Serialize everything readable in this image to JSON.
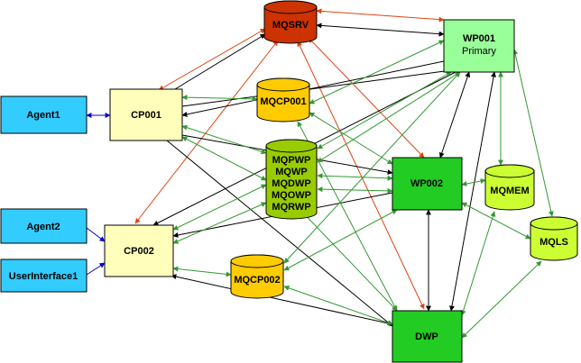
{
  "nodes": {
    "agent1": {
      "label": "Agent1",
      "color": "#33ccff"
    },
    "agent2": {
      "label": "Agent2",
      "color": "#33ccff"
    },
    "userinterface1": {
      "label": "UserInterface1",
      "color": "#33ccff"
    },
    "cp001": {
      "label": "CP001",
      "color": "#ffffbb"
    },
    "cp002": {
      "label": "CP002",
      "color": "#ffffbb"
    },
    "wp001": {
      "label": "WP001",
      "sublabel": "Primary",
      "color": "#99ff99"
    },
    "wp002": {
      "label": "WP002",
      "color": "#22cc22"
    },
    "dwp": {
      "label": "DWP",
      "color": "#22cc22"
    },
    "mqsrv": {
      "label": "MQSRV",
      "color": "#cc3300"
    },
    "mqcp001": {
      "label": "MQCP001",
      "color": "#ffcc00"
    },
    "mqcp002": {
      "label": "MQCP002",
      "color": "#ffcc00"
    },
    "mqwp_group": {
      "lines": [
        "MQPWP",
        "MQWP",
        "MQDWP",
        "MQOWP",
        "MQRWP"
      ],
      "color": "#99cc00"
    },
    "mqmem": {
      "label": "MQMEM",
      "color": "#ccff33"
    },
    "mqls": {
      "label": "MQLS",
      "color": "#ccff33"
    }
  },
  "edge_colors": {
    "blue": "#0000cc",
    "black": "#000000",
    "green": "#339933",
    "red": "#dd4411"
  }
}
